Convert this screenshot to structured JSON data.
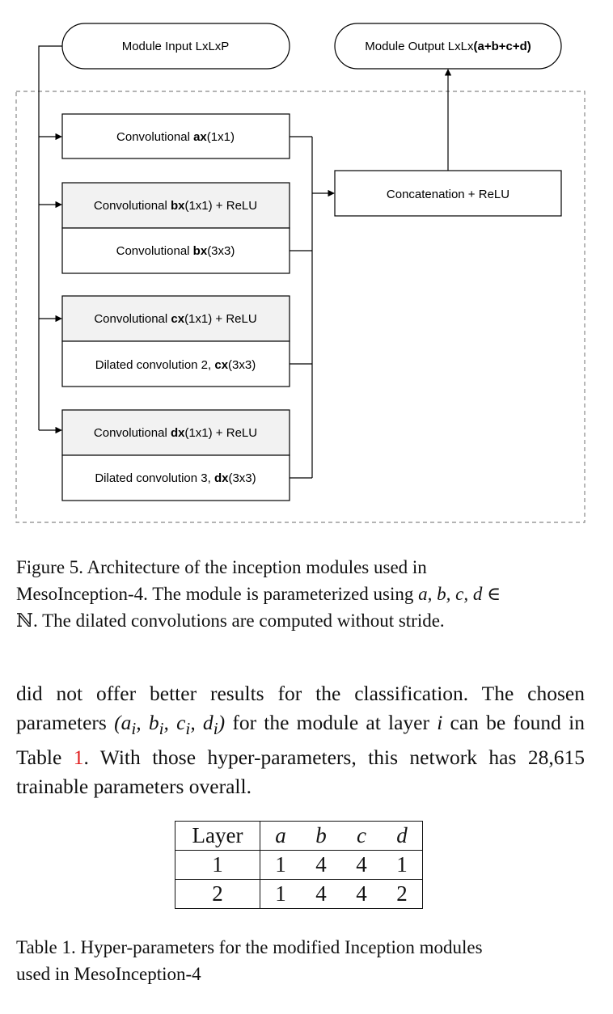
{
  "diagram": {
    "input_label": "Module Input LxLxP",
    "output_label_prefix": "Module Output LxLx",
    "output_label_bold": "(a+b+c+d)",
    "concat_label": "Concatenation + ReLU",
    "branch_a": {
      "l1_pre": "Convolutional ",
      "l1_b": "ax",
      "l1_post": "(1x1)"
    },
    "branch_b": {
      "l1_pre": "Convolutional ",
      "l1_b": "bx",
      "l1_post": "(1x1) + ReLU",
      "l2_pre": "Convolutional ",
      "l2_b": "bx",
      "l2_post": "(3x3)"
    },
    "branch_c": {
      "l1_pre": "Convolutional ",
      "l1_b": "cx",
      "l1_post": "(1x1) + ReLU",
      "l2_pre": "Dilated convolution 2, ",
      "l2_b": "cx",
      "l2_post": "(3x3)"
    },
    "branch_d": {
      "l1_pre": "Convolutional ",
      "l1_b": "dx",
      "l1_post": "(1x1) + ReLU",
      "l2_pre": "Dilated convolution 3, ",
      "l2_b": "dx",
      "l2_post": "(3x3)"
    },
    "colors": {
      "box_fill_shaded": "#f2f2f2",
      "stroke": "#000000",
      "dashed": "#888888"
    }
  },
  "figure_caption": {
    "line1": "Figure 5. Architecture of the inception modules used in",
    "line2a": "MesoInception-4. The module is parameterized using ",
    "line2_math": "a, b, c, d ∈",
    "line3": "ℕ. The dilated convolutions are computed without stride."
  },
  "body": {
    "part1": "did not offer better results for the classification. The chosen parameters ",
    "math1": "(a",
    "math1_sub_a": "i",
    "math1_b": ", b",
    "math1_sub_b": "i",
    "math1_c": ", c",
    "math1_sub_c": "i",
    "math1_d": ", d",
    "math1_sub_d": "i",
    "math1_end": ")",
    "part2": " for the module at layer ",
    "math2": "i",
    "part3": " can be found in Table ",
    "ref": "1",
    "part4": ". With those hyper-parameters, this network has 28,615 trainable parameters overall."
  },
  "table": {
    "headers": [
      "Layer",
      "a",
      "b",
      "c",
      "d"
    ],
    "rows": [
      [
        "1",
        "1",
        "4",
        "4",
        "1"
      ],
      [
        "2",
        "1",
        "4",
        "4",
        "2"
      ]
    ]
  },
  "table_caption": {
    "line1": "Table 1. Hyper-parameters for the modified Inception modules",
    "line2": "used in MesoInception-4"
  }
}
